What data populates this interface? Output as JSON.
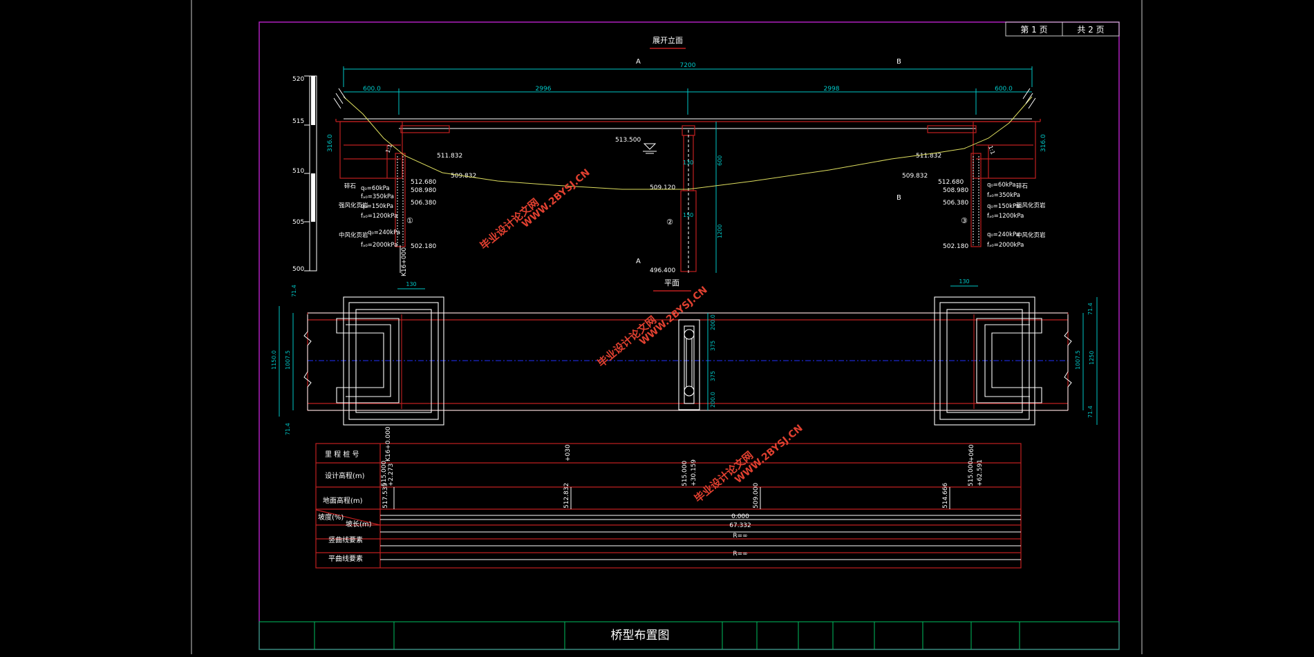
{
  "colors": {
    "background": "#000000",
    "frame": "#b020c0",
    "border": "#cccccc",
    "structure": "#c02020",
    "dimension": "#00c8c8",
    "ground": "#e0e060",
    "centerline": "#2030ff",
    "text": "#ffffff",
    "watermark": "#e04030"
  },
  "title_block": {
    "page_label": "第 1 页",
    "total_label": "共 2 页",
    "drawing_title": "桥型布置图"
  },
  "views": {
    "elevation_title": "展开立面",
    "plan_title": "平面",
    "section_mark_a": "A",
    "section_mark_b": "B"
  },
  "elevation": {
    "total_span": "7200",
    "left_abut_len": "600.0",
    "span_left": "2996",
    "span_right": "2998",
    "right_abut_len": "600.0",
    "left_abut_height": "316.0",
    "right_abut_height": "316.0",
    "water_level": "513.500",
    "pier_top_dim": "130",
    "pier_upper_dim": "600",
    "pier_mid_dim": "150",
    "pier_lower_dim": "1200",
    "pier_ground": "509.120",
    "pier_base": "496.400",
    "left_abut_elevs": [
      "511.832",
      "509.832",
      "512.680",
      "508.980",
      "506.380",
      "502.180"
    ],
    "right_abut_elevs": [
      "511.832",
      "509.832",
      "512.680",
      "508.980",
      "506.380",
      "502.180"
    ],
    "left_abut_slope": "1:1",
    "right_abut_slope": "1:1",
    "left_soil": [
      "碎石",
      "q₀=60kPa",
      "fₐ₀=350kPa",
      "强风化页岩",
      "q₀=150kPa",
      "fₐ₀=1200kPa",
      "中风化页岩",
      "q₀=240kPa",
      "fₐ₀=2000kPa"
    ],
    "right_soil": [
      "碎石",
      "q₀=60kPa",
      "fₐ₀=350kPa",
      "强风化页岩",
      "q₀=150kPa",
      "fₐ₀=1200kPa",
      "中风化页岩",
      "q₀=240kPa",
      "fₐ₀=2000kPa"
    ],
    "pile_numbers": [
      "①",
      "②",
      "③"
    ],
    "station_label": "K16+000",
    "scale_labels": [
      "520",
      "515",
      "510",
      "505",
      "500"
    ]
  },
  "plan": {
    "left_width_total": "1150.0",
    "left_width_inner": "1007.5",
    "left_top_gap": "71.4",
    "left_bottom_gap": "71.4",
    "right_width_total": "1250",
    "right_width_inner": "1007.5",
    "right_top_gap": "71.4",
    "right_bottom_gap": "71.4",
    "left_abut_width": "130",
    "right_abut_width": "130",
    "pier_dims": [
      "200.0",
      "375",
      "375",
      "200.0"
    ]
  },
  "profile_table": {
    "row_labels": [
      "里 程 桩 号",
      "设计高程(m)",
      "地面高程(m)",
      "坡度(%)",
      "坡长(m)",
      "竖曲线要素",
      "平曲线要素"
    ],
    "stations": [
      "K16+0.000",
      "+030",
      "+060"
    ],
    "design_elev": [
      "515.000",
      "+2.273",
      "515.000",
      "+30.159",
      "515.000",
      "+62.591"
    ],
    "ground_elev": [
      "517.535",
      "512.832",
      "509.000",
      "514.666"
    ],
    "grade": "0.000",
    "grade_length": "67.332",
    "vertical_curve": "R=∞",
    "horizontal_curve": "R=∞"
  },
  "watermark": {
    "cn": "毕业设计论文网",
    "url": "WWW.2BYSJ.CN"
  }
}
